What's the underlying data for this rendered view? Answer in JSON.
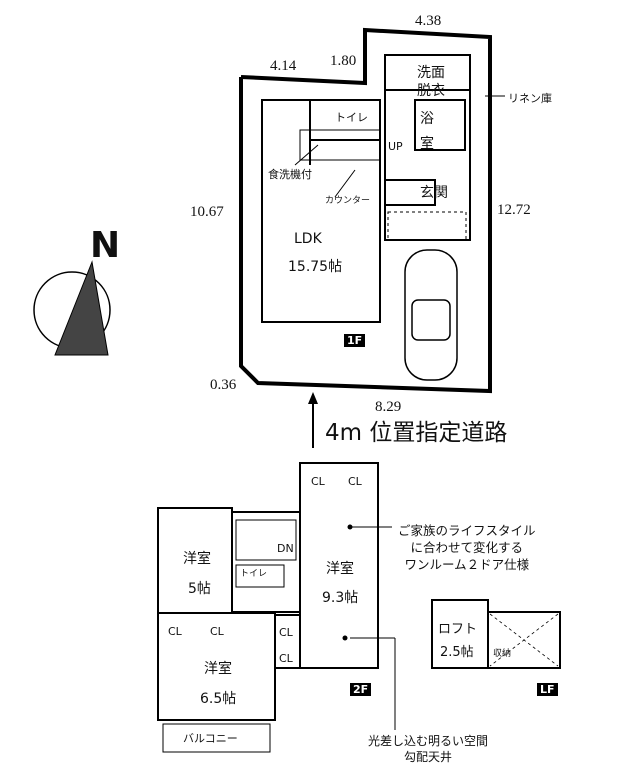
{
  "compass": {
    "label": "N"
  },
  "first_floor": {
    "dimensions": {
      "top_right": "4.38",
      "notch": "1.80",
      "top_left": "4.14",
      "left": "10.67",
      "right": "12.72",
      "bottom_left": "0.36",
      "bottom": "8.29"
    },
    "rooms": {
      "washroom_1": "洗面",
      "washroom_2": "脱衣",
      "linen": "リネン庫",
      "bath_1": "浴",
      "bath_2": "室",
      "toilet": "トイレ",
      "stairs": "UP",
      "dishwasher": "食洗機付",
      "counter": "カウンター",
      "entrance": "玄関",
      "ldk": "LDK",
      "ldk_size": "15.75帖"
    },
    "floor_badge": "1F",
    "road": "4m 位置指定道路"
  },
  "second_floor": {
    "rooms": {
      "western_a": "洋室",
      "western_a_size": "5帖",
      "western_b": "洋室",
      "western_b_size": "6.5帖",
      "western_c": "洋室",
      "western_c_size": "9.3帖",
      "toilet": "トイレ",
      "stairs": "DN",
      "closets": [
        "CL",
        "CL",
        "CL",
        "CL",
        "CL",
        "CL"
      ],
      "balcony": "バルコニー"
    },
    "floor_badge": "2F",
    "note_family": [
      "ご家族のライフスタイル",
      "に合わせて変化する",
      "ワンルーム２ドア仕様"
    ],
    "note_light": [
      "光差し込む明るい空間",
      "勾配天井"
    ]
  },
  "loft": {
    "label": "ロフト",
    "size": "2.5帖",
    "storage": "収納",
    "floor_badge": "LF"
  }
}
